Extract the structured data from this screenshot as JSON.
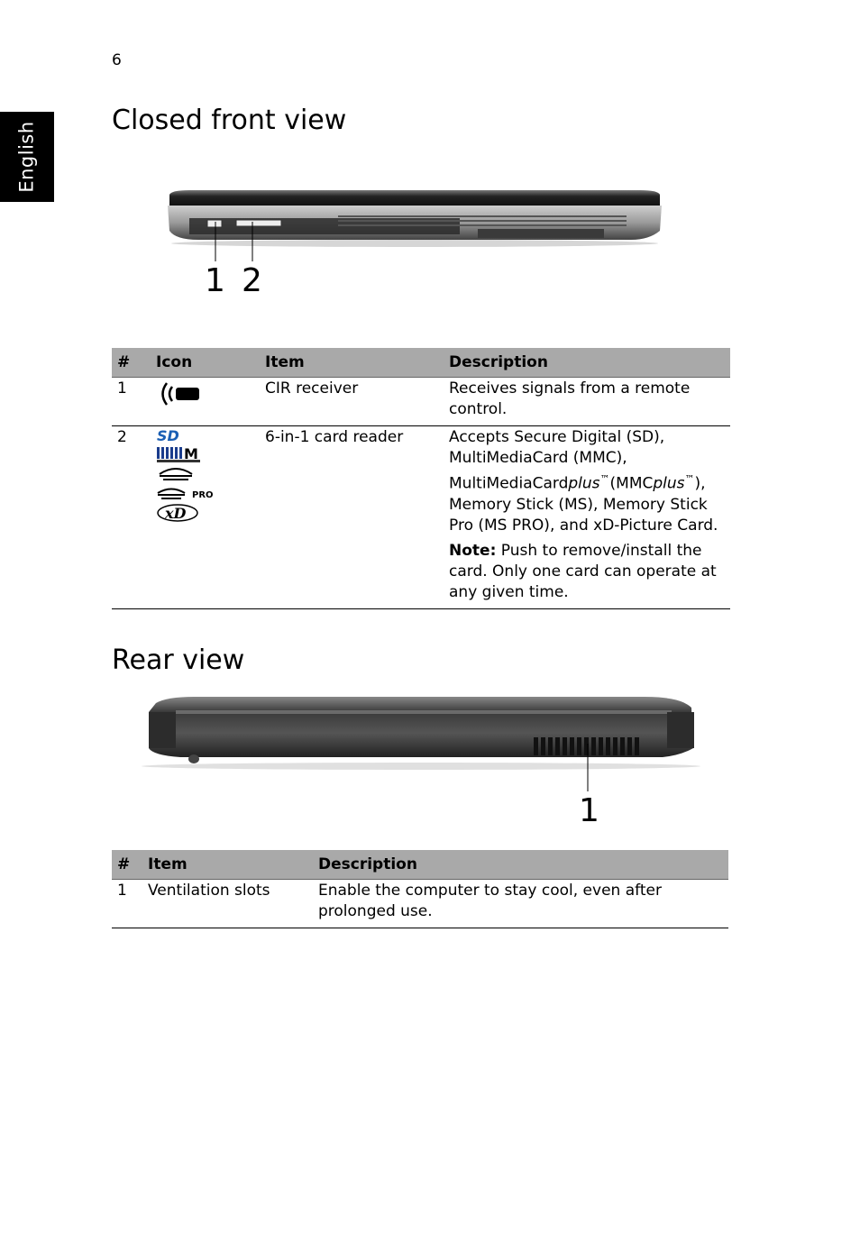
{
  "page": {
    "number": "6",
    "language_tab": "English"
  },
  "front": {
    "title": "Closed front view",
    "callouts": [
      "1",
      "2"
    ],
    "table": {
      "headers": [
        "#",
        "Icon",
        "Item",
        "Description"
      ],
      "rows": [
        {
          "num": "1",
          "icon": "cir-receiver-icon",
          "item": "CIR receiver",
          "description": "Receives signals from a remote control."
        },
        {
          "num": "2",
          "icons": [
            "sd-card-icon",
            "mmc-icon",
            "memory-stick-icon",
            "memory-stick-pro-icon",
            "xd-card-icon"
          ],
          "icon_texts": {
            "sd": "SD",
            "mmc": "M",
            "ms_pro": "PRO",
            "xd": "xD"
          },
          "item": "6-in-1 card reader",
          "description_parts": {
            "a": "Accepts Secure Digital (SD), MultiMediaCard (MMC), MultiMediaCard",
            "plus1": "plus",
            "tm1": "™",
            "b": "(MMC",
            "plus2": "plus",
            "tm2": "™",
            "c": "), Memory Stick (MS), Memory Stick Pro (MS PRO), and xD-Picture Card."
          },
          "note_label": "Note:",
          "note_text": " Push to remove/install the card. Only one card can operate at any given time."
        }
      ]
    }
  },
  "rear": {
    "title": "Rear view",
    "callouts": [
      "1"
    ],
    "table": {
      "headers": [
        "#",
        "Item",
        "Description"
      ],
      "rows": [
        {
          "num": "1",
          "item": "Ventilation slots",
          "description": "Enable the computer to stay cool, even after prolonged use."
        }
      ]
    }
  }
}
